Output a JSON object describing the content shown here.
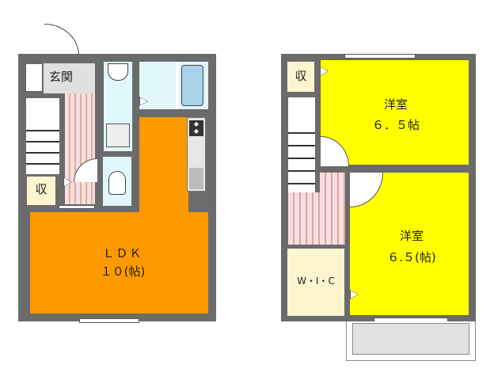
{
  "floor1": {
    "entrance": {
      "label": "玄関"
    },
    "storage": {
      "label": "収"
    },
    "ldk": {
      "label_line1": "ＬＤＫ",
      "label_line2": "１０(帖)"
    }
  },
  "floor2": {
    "storage": {
      "label": "収"
    },
    "room_upper": {
      "label_line1": "洋室",
      "label_line2": "６．５帖"
    },
    "room_lower": {
      "label_line1": "洋室",
      "label_line2": "６.５(帖)"
    },
    "wic": {
      "label": "W・I・C"
    }
  },
  "colors": {
    "wall": "#6b6b6b",
    "ldk": "#ff9900",
    "western_room": "#ffff00",
    "wet_area": "#e0f7fc",
    "storage": "#fdf5d0",
    "entrance": "#e0e0e0",
    "balcony": "#e2e2e2"
  }
}
